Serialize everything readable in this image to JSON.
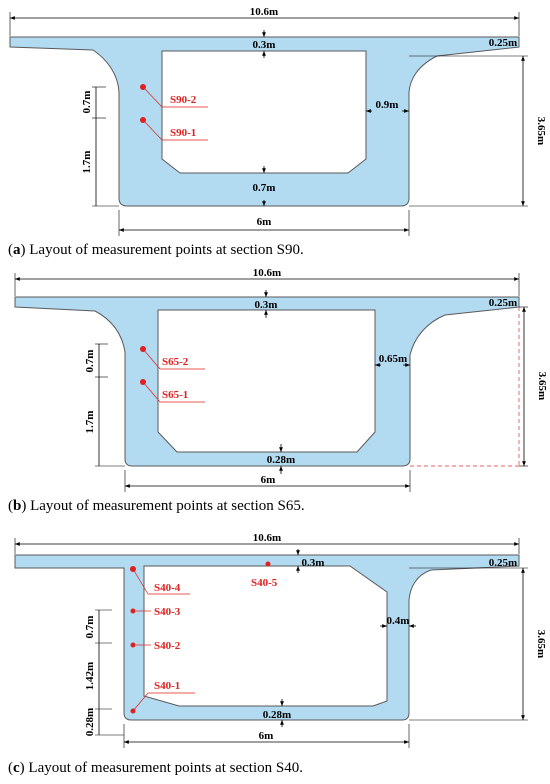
{
  "colors": {
    "concrete_fill": "#b2daf0",
    "outline": "#5a5a5a",
    "dimension": "#000000",
    "point": "#e0201f"
  },
  "panel_a": {
    "caption_letter": "a",
    "caption_text": "Layout of measurement points at section S90.",
    "dims": {
      "top_width": "10.6m",
      "top_flange": "0.3m",
      "cantilever_tip": "0.25m",
      "web": "0.9m",
      "height": "3.65m",
      "upper_offset": "0.7m",
      "lower_offset": "1.7m",
      "bottom_flange": "0.7m",
      "bottom_width": "6m"
    },
    "points": [
      "S90-2",
      "S90-1"
    ]
  },
  "panel_b": {
    "caption_letter": "b",
    "caption_text": "Layout of measurement points at section S65.",
    "dims": {
      "top_width": "10.6m",
      "top_flange": "0.3m",
      "cantilever_tip": "0.25m",
      "web": "0.65m",
      "height": "3.65m",
      "upper_offset": "0.7m",
      "lower_offset": "1.7m",
      "bottom_flange": "0.28m",
      "bottom_width": "6m"
    },
    "points": [
      "S65-2",
      "S65-1"
    ]
  },
  "panel_c": {
    "caption_letter": "c",
    "caption_text": "Layout of measurement points at section S40.",
    "dims": {
      "top_width": "10.6m",
      "top_flange": "0.3m",
      "cantilever_tip": "0.25m",
      "web": "0.4m",
      "height": "3.65m",
      "upper_offset": "0.7m",
      "middle_offset": "1.42m",
      "lower_offset": "0.28m",
      "bottom_flange": "0.28m",
      "bottom_width": "6m"
    },
    "points": [
      "S40-4",
      "S40-3",
      "S40-2",
      "S40-1",
      "S40-5"
    ]
  }
}
